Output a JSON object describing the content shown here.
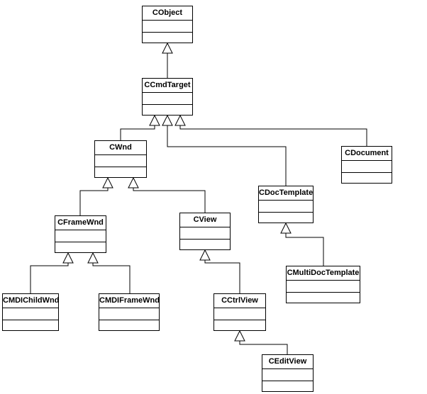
{
  "diagram": {
    "type": "uml-class-hierarchy",
    "colors": {
      "line": "#000000",
      "box_fill": "#ffffff",
      "text": "#000000",
      "background": "#ffffff"
    },
    "classes": [
      {
        "id": "cobject",
        "name": "CObject",
        "parent": null
      },
      {
        "id": "ccmdtarget",
        "name": "CCmdTarget",
        "parent": "cobject"
      },
      {
        "id": "cwnd",
        "name": "CWnd",
        "parent": "ccmdtarget"
      },
      {
        "id": "cdoctemplate",
        "name": "CDocTemplate",
        "parent": "ccmdtarget"
      },
      {
        "id": "cdocument",
        "name": "CDocument",
        "parent": "ccmdtarget"
      },
      {
        "id": "cframewnd",
        "name": "CFrameWnd",
        "parent": "cwnd"
      },
      {
        "id": "cview",
        "name": "CView",
        "parent": "cwnd"
      },
      {
        "id": "cmultidoctemplate",
        "name": "CMultiDocTemplate",
        "parent": "cdoctemplate"
      },
      {
        "id": "cmdichildwnd",
        "name": "CMDIChildWnd",
        "parent": "cframewnd"
      },
      {
        "id": "cmdiframewnd",
        "name": "CMDIFrameWnd",
        "parent": "cframewnd"
      },
      {
        "id": "cctrlview",
        "name": "CCtrlView",
        "parent": "cview"
      },
      {
        "id": "cedittview",
        "name": "CEditView",
        "parent": "cctrlview"
      }
    ]
  }
}
